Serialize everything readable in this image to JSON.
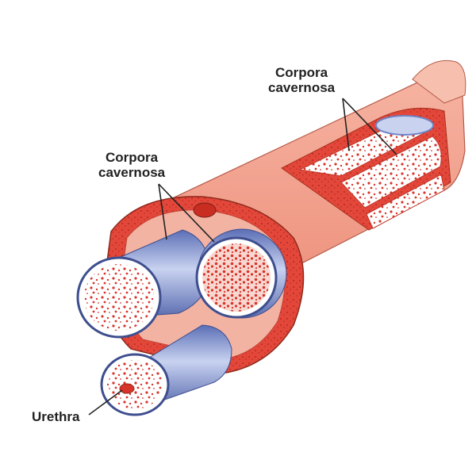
{
  "labels": {
    "corpora_upper": {
      "line1": "Corpora",
      "line2": "cavernosa"
    },
    "corpora_left": {
      "line1": "Corpora",
      "line2": "cavernosa"
    },
    "urethra": "Urethra"
  },
  "colors": {
    "skin": "#f2a08e",
    "skin_light": "#f7bba9",
    "tunica": "#e24a3a",
    "tunica_dark": "#c92c21",
    "sheath_blue": "#6f84c6",
    "sheath_light": "#c9d3ef",
    "spongy_fill": "#ffffff",
    "spongy_spot": "#d8342a",
    "outline": "#7a2a22"
  }
}
